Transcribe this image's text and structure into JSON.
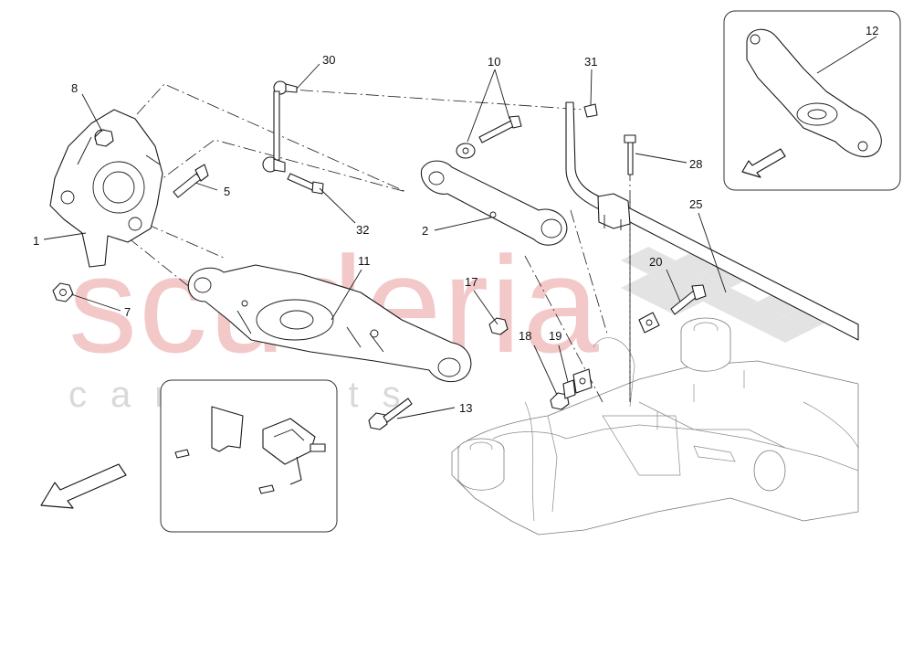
{
  "watermark": {
    "brand": "scuderia",
    "tagline": "car parts"
  },
  "callouts": {
    "c1": "1",
    "c2": "2",
    "c5": "5",
    "c7": "7",
    "c8": "8",
    "c10": "10",
    "c11": "11",
    "c12": "12",
    "c13": "13",
    "c17": "17",
    "c18": "18",
    "c19": "19",
    "c20": "20",
    "c25": "25",
    "c28": "28",
    "c30": "30",
    "c31": "31",
    "c32": "32"
  },
  "colors": {
    "watermark_brand": "#f3c8c8",
    "watermark_tagline": "#d9d9d9",
    "line": "#1a1a1a"
  }
}
